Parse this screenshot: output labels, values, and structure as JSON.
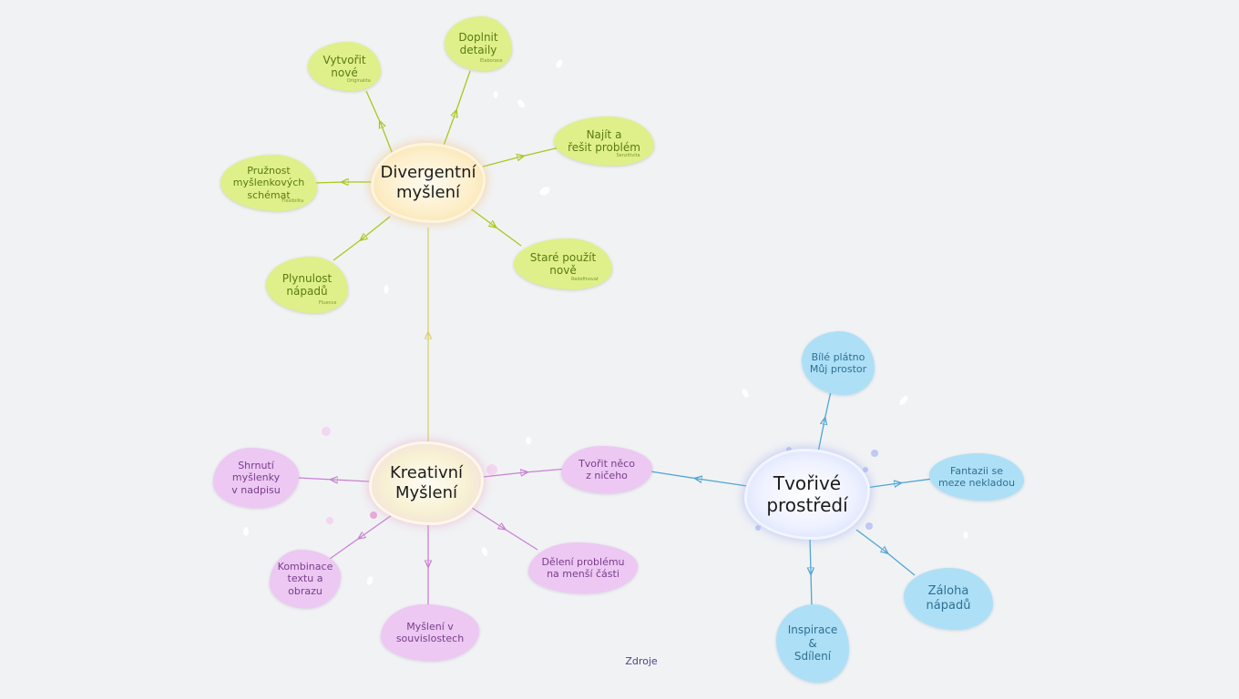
{
  "colors": {
    "green_link": "#a8c81e",
    "yellow_link": "#d9d070",
    "pink_link": "#c782d3",
    "blue_link": "#4fa6d3"
  },
  "centrals": {
    "divergentni": "Divergentní\nmyšlení",
    "kreativni": "Kreativní\nMyšlení",
    "tvorive": "Tvořivé\nprostředí"
  },
  "divergent_nodes": {
    "vytvorit": {
      "text": "Vytvořit\nnové",
      "sub": "Originalita"
    },
    "doplnit": {
      "text": "Doplnit\ndetaily",
      "sub": "Elaborace"
    },
    "najit": {
      "text": "Najít a\nřešit problém",
      "sub": "Senzitivita"
    },
    "stare": {
      "text": "Staré použít\nnově",
      "sub": "Redefinovat"
    },
    "plynulost": {
      "text": "Plynulost\nnápadů",
      "sub": "Fluence"
    },
    "pruznost": {
      "text": "Pružnost\nmyšlenkových\nschémat",
      "sub": "Flexibilita"
    }
  },
  "creative_nodes": {
    "shrnuti": "Shrnutí\nmyšlenky\nv nadpisu",
    "kombinace": "Kombinace\ntextu a\nobrazu",
    "souvislosti": "Myšlení v\nsouvislostech",
    "deleni": "Dělení problému\nna menší části",
    "tvorit": "Tvořit něco\nz ničeho"
  },
  "environment_nodes": {
    "bile": "Bílé plátno\nMůj prostor",
    "fantazii": "Fantazii se\nmeze nekladou",
    "zaloha": "Záloha\nnápadů",
    "inspirace": "Inspirace\n&\nSdílení"
  },
  "footer": "Zdroje"
}
